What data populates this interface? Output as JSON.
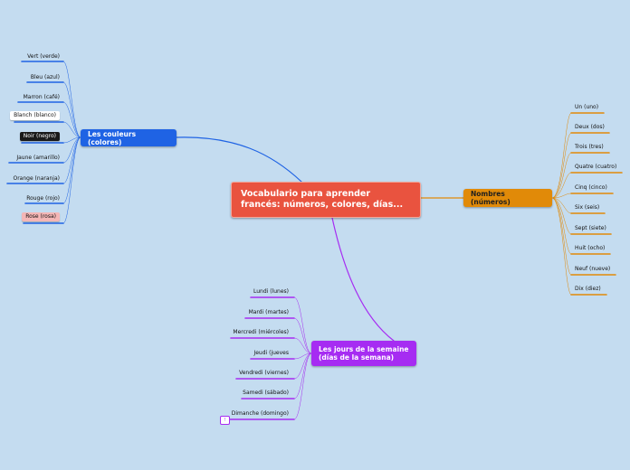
{
  "central": {
    "title": "Vocabulario para aprender francés: números, colores, días..."
  },
  "colors_branch": {
    "title": "Les couleurs (colores)",
    "accent": "#1f63e4",
    "items": [
      {
        "label": "Vert (verde)"
      },
      {
        "label": "Bleu (azul)"
      },
      {
        "label": "Marron (café)"
      },
      {
        "label": "Blanch (blanco)",
        "bg": "#ffffff",
        "fg": "#111111"
      },
      {
        "label": "Noir (negro)",
        "bg": "#1a1a1a",
        "fg": "#ffffff"
      },
      {
        "label": "Jaune (amarillo)"
      },
      {
        "label": "Orange (naranja)"
      },
      {
        "label": "Rouge (rojo)"
      },
      {
        "label": "Rose (rosa)",
        "bg": "#f4b6b6",
        "fg": "#111111"
      }
    ]
  },
  "numbers_branch": {
    "title": "Nombres (números)",
    "accent": "#e18a08",
    "items": [
      {
        "label": "Un (uno)"
      },
      {
        "label": "Deux (dos)"
      },
      {
        "label": "Trois (tres)"
      },
      {
        "label": "Quatre (cuatro)"
      },
      {
        "label": "Cinq (cinco)"
      },
      {
        "label": "Six (seis)"
      },
      {
        "label": "Sept (siete)"
      },
      {
        "label": "Huit (ocho)"
      },
      {
        "label": "Neuf (nueve)"
      },
      {
        "label": "Dix (diez)"
      }
    ]
  },
  "days_branch": {
    "title_line1": "Les jours de la semaine",
    "title_line2": "(días de la semana)",
    "accent": "#a62cf2",
    "items": [
      {
        "label": "Lundi (lunes)"
      },
      {
        "label": "Mardi (martes)"
      },
      {
        "label": "Mercredi (miércoles)"
      },
      {
        "label": "Jeudi (jueves"
      },
      {
        "label": "Vendredi (viernes)"
      },
      {
        "label": "Samedi (sábado)"
      },
      {
        "label": "Dimanche (domingo)"
      }
    ],
    "note_badge": "!"
  }
}
